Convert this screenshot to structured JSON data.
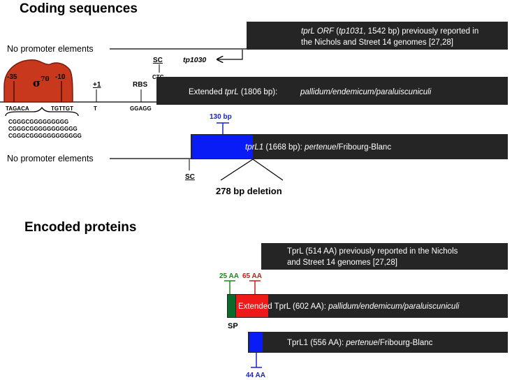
{
  "sections": {
    "coding": "Coding sequences",
    "proteins": "Encoded proteins"
  },
  "coding": {
    "orf_box": {
      "line1": {
        "p1": "tprL ORF",
        "p2": " (",
        "p3": "tp1031",
        "p4": ", 1542 bp) previously reported in"
      },
      "line2": "the Nichols and Street 14 genomes [27,28]"
    },
    "no_promoter_top": "No promoter elements",
    "tp1030": "tp1030",
    "sc_top": "SC",
    "ctg": "CTG",
    "extended_box": {
      "p1": "Extended ",
      "p2": "tprL",
      "p3": " (1806 bp):",
      "p4": "pallidum/endemicum/paraluiscuniculi"
    },
    "promoter": {
      "minus35": "-35",
      "minus10": "-10",
      "sigma": "σ",
      "sigma_sup": "70",
      "seq35": "TAGACA",
      "seq10": "TGTTGT",
      "plus1": "+1",
      "t": "T",
      "rbs": "RBS",
      "ggagg": "GGAGG",
      "repeats": [
        "CGGGCGGGGGGGGG",
        "CGGGCGGGGGGGGGGG",
        "CGGGCGGGGGGGGGGGG"
      ]
    },
    "bp130": "130 bp",
    "tprl1_box": {
      "p1": "tprL1",
      "p2": " (1668 bp): ",
      "p3": "pertenue",
      "p4": "/Fribourg-Blanc"
    },
    "no_promoter_bottom": "No promoter elements",
    "sc_bottom": "SC",
    "deletion": "278 bp deletion"
  },
  "proteins": {
    "tprl_box": {
      "line1": "TprL (514 AA) previously reported in the Nichols",
      "line2": "and Street 14 genomes [27,28]"
    },
    "aa25": "25 AA",
    "aa65": "65 AA",
    "extended_box": {
      "p1": "Extended TprL  (602 AA): ",
      "p2": "pallidum/endemicum/paraluiscuniculi"
    },
    "sp": "SP",
    "tprl1_box": {
      "p1": "TprL1 (556 AA): ",
      "p2": "pertenue",
      "p3": "/Fribourg-Blanc"
    },
    "aa44": "44 AA"
  },
  "colors": {
    "box": "#252525",
    "blue": "#0a1cf5",
    "red": "#ee1a1a",
    "green": "#0a6a2a",
    "promoter": "#c8381c",
    "bp_label": "#1a22c8",
    "aa25": "#1a8a1a",
    "aa65": "#cc1a1a"
  }
}
